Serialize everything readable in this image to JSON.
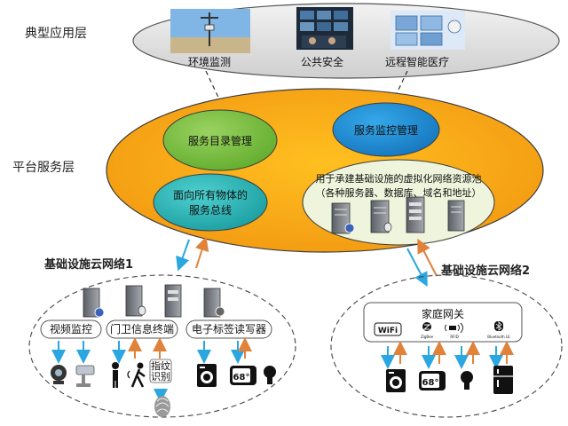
{
  "layers": {
    "application": "典型应用层",
    "platform": "平台服务层"
  },
  "apps": {
    "env": "环境监测",
    "security": "公共安全",
    "medical": "远程智能医疗"
  },
  "platform": {
    "catalog": "服务目录管理",
    "monitor": "服务监控管理",
    "bus_line1": "面向所有物体的",
    "bus_line2": "服务总线",
    "pool_line1": "用于承建基础设施的虚拟化网络资源池",
    "pool_line2": "（各种服务器、数据库、域名和地址）"
  },
  "cloud1": {
    "title": "基础设施云网络1",
    "groups": [
      "视频监控",
      "门卫信息终端",
      "电子标签读写器"
    ],
    "fingerprint_line1": "指纹",
    "fingerprint_line2": "识别",
    "thermostat": "68°"
  },
  "cloud2": {
    "title": "基础设施云网络2",
    "gateway": "家庭网关",
    "protocols": [
      "WiFi",
      "ZigBee",
      "RFID",
      "Bluetooth LE"
    ],
    "thermostat": "68°"
  },
  "colors": {
    "up_arrow": "#2aa6e0",
    "down_arrow": "#e0823a",
    "platform_fill": "#f7a81b",
    "green_fill": "#7cc242",
    "teal_fill": "#29b5b5",
    "blue_fill": "#1d8fd6",
    "pool_fill": "#eef5dc"
  }
}
